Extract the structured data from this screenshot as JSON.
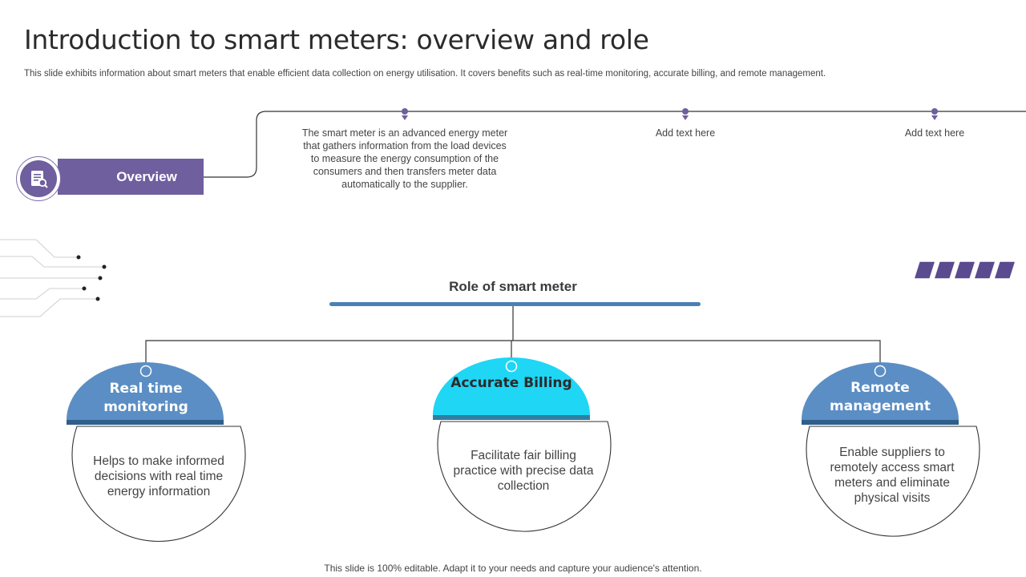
{
  "header": {
    "title": "Introduction to smart meters: overview and role",
    "subtitle": "This slide exhibits information about smart meters that enable efficient data collection on energy utilisation. It covers benefits such as real-time monitoring, accurate billing, and remote management."
  },
  "overview": {
    "label": "Overview",
    "icon": "document-magnifier-icon"
  },
  "timeline": [
    "The smart meter is an advanced energy meter that gathers information from the load devices to measure the energy consumption of the consumers and then transfers meter data automatically to the supplier.",
    "Add text here",
    "Add text here"
  ],
  "roles": {
    "title": "Role of smart meter",
    "items": [
      {
        "title": "Real time monitoring",
        "text": "Helps to make informed decisions with real time energy information",
        "color": "#5b8ec4"
      },
      {
        "title": "Accurate Billing",
        "text": "Facilitate fair billing practice with precise data collection",
        "color": "#1fd6f5"
      },
      {
        "title": "Remote management",
        "text": "Enable suppliers to remotely access smart meters and eliminate physical visits",
        "color": "#5b8ec4"
      }
    ]
  },
  "footer": "This slide is 100% editable. Adapt it to your needs and capture your audience's attention.",
  "colors": {
    "purple": "#6f5f9e",
    "blue": "#5b8ec4",
    "cyan": "#1fd6f5",
    "bar": "#4a81b5"
  }
}
